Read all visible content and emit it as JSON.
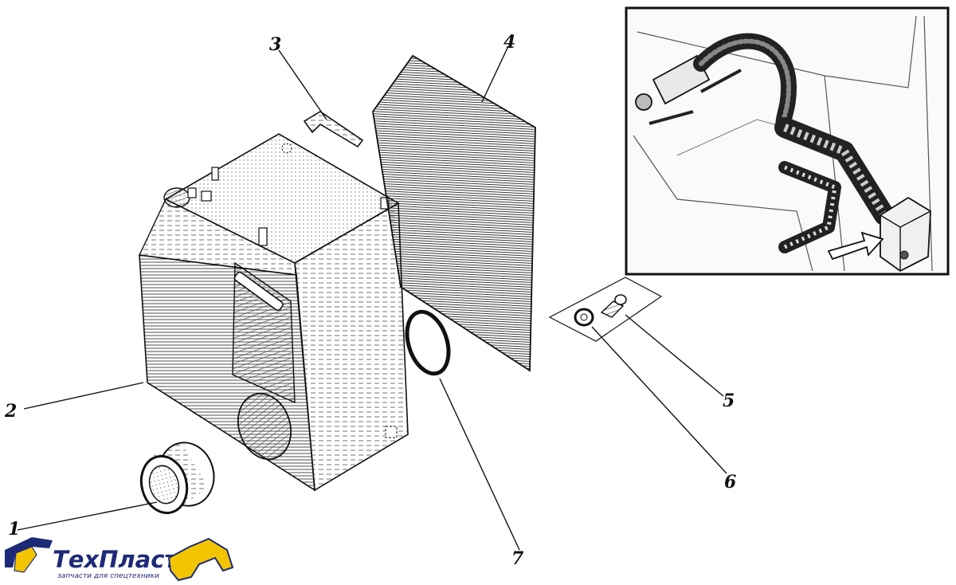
{
  "callouts": [
    "1",
    "2",
    "3",
    "4",
    "5",
    "6",
    "7"
  ],
  "logo": {
    "name": "ТехПласт",
    "tagline": "запчасти для спецтехники",
    "colors": {
      "text": "#1e2a78",
      "accent": "#f2c500"
    }
  }
}
